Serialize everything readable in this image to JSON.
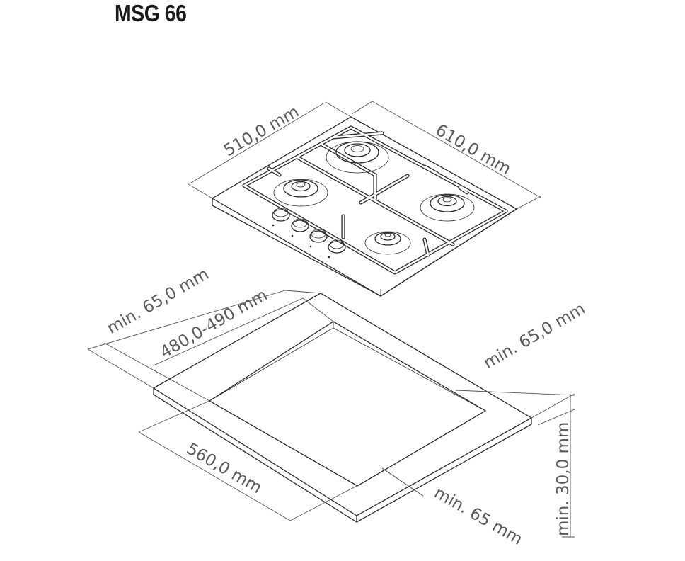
{
  "title": "MSG 66",
  "labels": {
    "hob_depth": "510,0 mm",
    "hob_width": "610,0 mm",
    "rear_clearance": "min. 65,0 mm",
    "cutout_depth": "480,0-490 mm",
    "side_clearance": "min. 65,0 mm",
    "cutout_width": "560,0 mm",
    "front_clearance": "min. 65 mm",
    "worktop_thickness": "min. 30,0 mm"
  },
  "colors": {
    "line": "#2a2a2a",
    "label": "#5a5a5a",
    "background": "#ffffff"
  }
}
